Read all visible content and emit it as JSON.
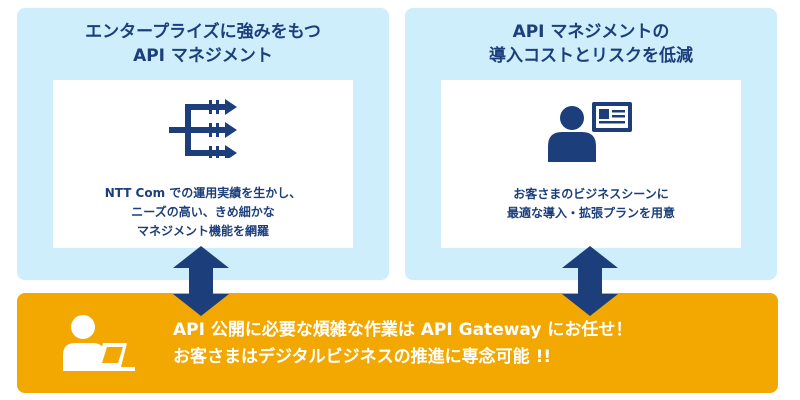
{
  "left_panel": {
    "title_lines": [
      "エンタープライズに強みをもつ",
      "API マネジメント"
    ],
    "icon": "branching-arrows-icon",
    "body_lines": [
      "NTT Com での運用実績を生かし、",
      "ニーズの高い、きめ細かな",
      "マネジメント機能を網羅"
    ]
  },
  "right_panel": {
    "title_lines": [
      "API マネジメントの",
      "導入コストとリスクを低減"
    ],
    "icon": "presenter-chart-icon",
    "body_lines": [
      "お客さまのビジネスシーンに",
      "最適な導入・拡張プランを用意"
    ]
  },
  "bottom_bar": {
    "icon": "person-laptop-icon",
    "lines": [
      "API 公開に必要な煩雑な作業は API Gateway にお任せ！",
      "お客さまはデジタルビジネスの推進に専念可能 !!"
    ]
  },
  "colors": {
    "navy": "#1c3f7c",
    "light_blue": "#cdeefa",
    "orange": "#f2a800",
    "white": "#ffffff"
  }
}
